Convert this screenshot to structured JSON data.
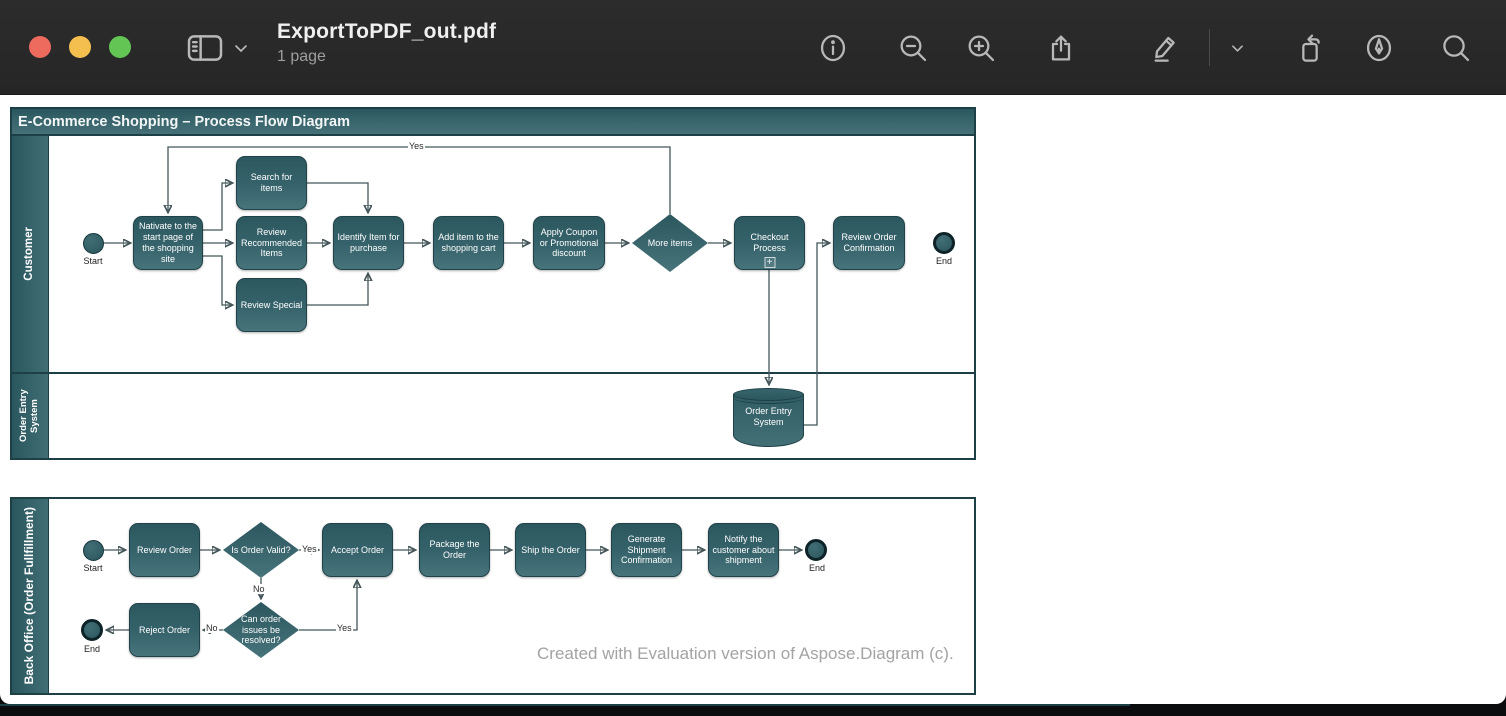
{
  "window": {
    "title": "ExportToPDF_out.pdf",
    "page_count": "1 page",
    "window_controls": [
      "close",
      "minimize",
      "zoom"
    ],
    "toolbar_icons": [
      "sidebar",
      "chevron-down",
      "info",
      "zoom-out",
      "zoom-in",
      "share",
      "markup",
      "markup-options-chevron",
      "rotate",
      "annotate",
      "search"
    ]
  },
  "colors": {
    "titlebar_bg": "#282828",
    "traffic_red": "#ed6a5f",
    "traffic_yellow": "#f5bf50",
    "traffic_green": "#62c554",
    "teal_dark": "#2c575f",
    "teal_light": "#47737b",
    "pool_border": "#1c4046",
    "connector": "#44565a",
    "watermark_gray": "#a3a3a3"
  },
  "diagram": {
    "title": "E-Commerce Shopping – Process Flow Diagram",
    "lanes": {
      "customer": "Customer",
      "order_entry": "Order Entry System",
      "back_office": "Back Office (Order Fullfillment)"
    },
    "nodes": {
      "navigate": "Nativate to the start page of the shopping site",
      "search": "Search for items",
      "review_recommended": "Review Recommended Items",
      "review_special": "Review Special",
      "identify": "Identify Item for purchase",
      "add_item": "Add item to the shopping cart",
      "apply_coupon": "Apply Coupon or Promotional discount",
      "more_items": "More items",
      "checkout": "Checkout Process",
      "review_confirmation": "Review Order Confirmation",
      "order_entry_db": "Order Entry System",
      "review_order": "Review Order",
      "is_order_valid": "Is Order Valid?",
      "accept_order": "Accept Order",
      "package_order": "Package the Order",
      "ship_order": "Ship the Order",
      "generate_shipment": "Generate Shipment Confirmation",
      "notify_customer": "Notify the customer about shipment",
      "can_resolve": "Can order issues be resolved?",
      "reject_order": "Reject Order"
    },
    "labels": {
      "start": "Start",
      "end": "End",
      "yes": "Yes",
      "no": "No",
      "plus": "+"
    },
    "watermark": "Created with Evaluation version of Aspose.Diagram (c)."
  }
}
